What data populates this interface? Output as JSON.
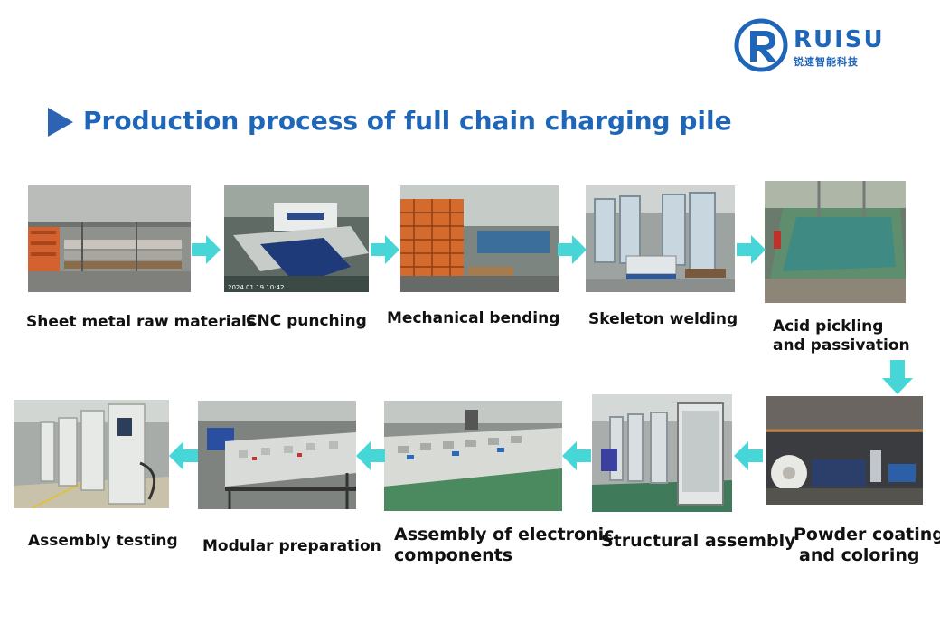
{
  "brand": {
    "name": "RUISU",
    "subtitle": "锐速智能科技",
    "color": "#1f66b8"
  },
  "title": "Production process of full chain charging pile",
  "accent_color": "#2c63b5",
  "arrow_color": "#46d6d8",
  "steps": [
    {
      "label": "Sheet metal raw materials"
    },
    {
      "label": "CNC punching"
    },
    {
      "label": "Mechanical bending"
    },
    {
      "label": "Skeleton welding"
    },
    {
      "label_line1": "Acid pickling",
      "label_line2": "and passivation"
    },
    {
      "label_line1": "Powder coating",
      "label_line2": "and coloring"
    },
    {
      "label": "Structural assembly"
    },
    {
      "label_line1": "Assembly of electronic",
      "label_line2": "components"
    },
    {
      "label": "Modular preparation"
    },
    {
      "label": "Assembly testing"
    }
  ],
  "photo_caption": "2024.01.19 10:42"
}
